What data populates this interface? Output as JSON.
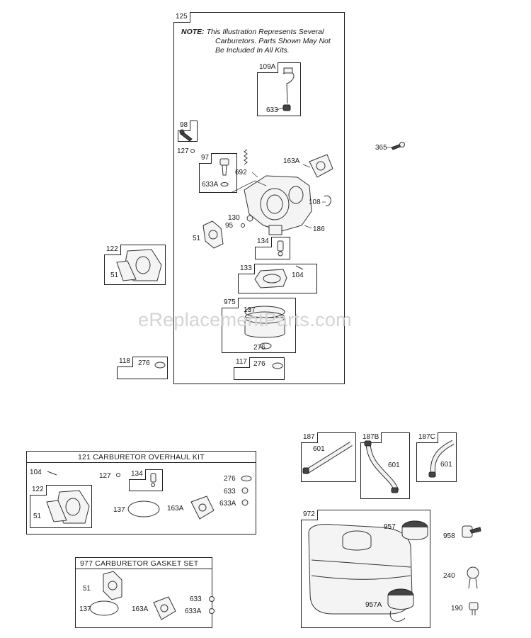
{
  "watermark": "eReplacementParts.com",
  "note": {
    "prefix": "NOTE:",
    "line1": "This Illustration Represents Several",
    "line2": "Carburetors. Parts Shown May Not",
    "line3": "Be Included In All Kits."
  },
  "titles": {
    "overhaul_kit": "121 CARBURETOR OVERHAUL KIT",
    "gasket_set": "977 CARBURETOR GASKET SET"
  },
  "box_labels": {
    "b125": "125",
    "b109a": "109A",
    "b98": "98",
    "b97": "97",
    "b134": "134",
    "b133": "133",
    "b975": "975",
    "b117": "117",
    "b122": "122",
    "b118": "118",
    "b134k": "134",
    "b122k": "122",
    "b187": "187",
    "b187b": "187B",
    "b187c": "187C",
    "b972": "972"
  },
  "callouts": {
    "c633_top": "633",
    "c127": "127",
    "c692": "692",
    "c633a": "633A",
    "c163a": "163A",
    "c365": "365",
    "c108": "108",
    "c130": "130",
    "c95": "95",
    "c186": "186",
    "c51_main": "51",
    "c104": "104",
    "c137": "137",
    "c276_975": "276",
    "c276_117": "276",
    "c51_122": "51",
    "c276_118": "276",
    "k104": "104",
    "k127": "127",
    "k276": "276",
    "k633": "633",
    "k633a": "633A",
    "k51": "51",
    "k137": "137",
    "k163a": "163A",
    "g51": "51",
    "g137": "137",
    "g163a": "163A",
    "g633": "633",
    "g633a": "633A",
    "h601_187": "601",
    "h601_187b": "601",
    "h601_187c": "601",
    "t957": "957",
    "t958": "958",
    "t240": "240",
    "t957a": "957A",
    "t190": "190"
  }
}
